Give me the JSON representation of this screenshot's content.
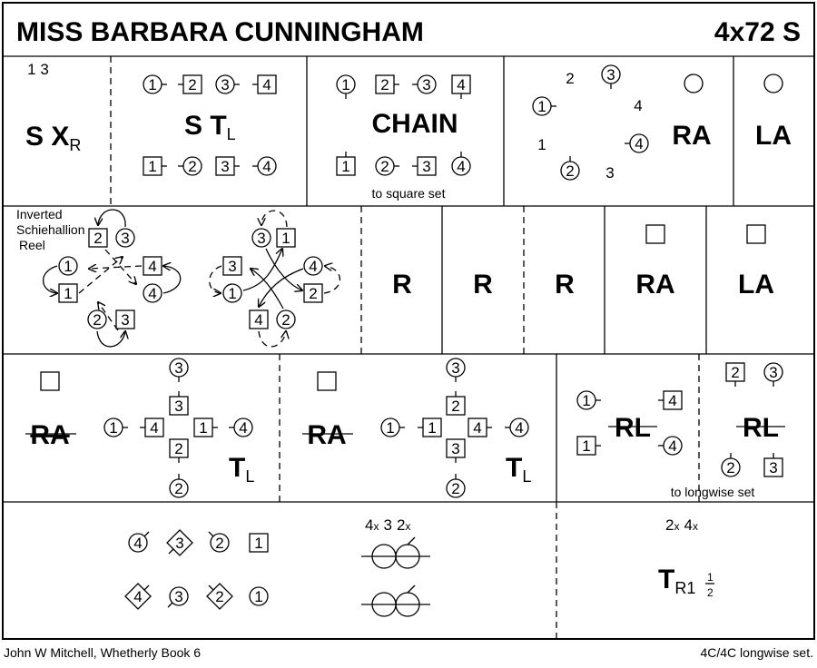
{
  "header": {
    "title": "MISS BARBARA CUNNINGHAM",
    "formation": "4x72 S"
  },
  "footer": {
    "source": "John W Mitchell, Whetherly Book 6",
    "set": "4C/4C longwise set."
  },
  "row1": {
    "bars_note": "1 3",
    "cell1": {
      "main": "S X",
      "sub": "R"
    },
    "cell2": {
      "main": "S T",
      "sub": "L"
    },
    "cell3": {
      "main": "CHAIN",
      "note": "to square set"
    },
    "cell4": {
      "main": "RA",
      "pos_labels": [
        "2",
        "4",
        "1",
        "3"
      ]
    },
    "cell5": {
      "main": "LA"
    }
  },
  "row2": {
    "reel_label": [
      "Inverted",
      "Schiehallion",
      "Reel"
    ],
    "cells": [
      "R",
      "R",
      "R",
      "RA",
      "LA"
    ]
  },
  "row3": {
    "cell1": {
      "strike": "RA",
      "main": "T",
      "sub": "L"
    },
    "cell2": {
      "strike": "RA",
      "main": "T",
      "sub": "L"
    },
    "cell3": {
      "strike1": "RL",
      "strike2": "RL",
      "note": "to longwise set"
    }
  },
  "row4": {
    "loops_label": {
      "a": "4",
      "ax": "x",
      "b": "3",
      "c": "2",
      "cx": "x"
    },
    "turn_label": {
      "a": "2",
      "ax": "x",
      "b": "4",
      "bx": "x"
    },
    "turn": {
      "main": "T",
      "sub": "R1",
      "frac_num": "1",
      "frac_den": "2"
    }
  },
  "dancers": {
    "n1": "1",
    "n2": "2",
    "n3": "3",
    "n4": "4"
  }
}
